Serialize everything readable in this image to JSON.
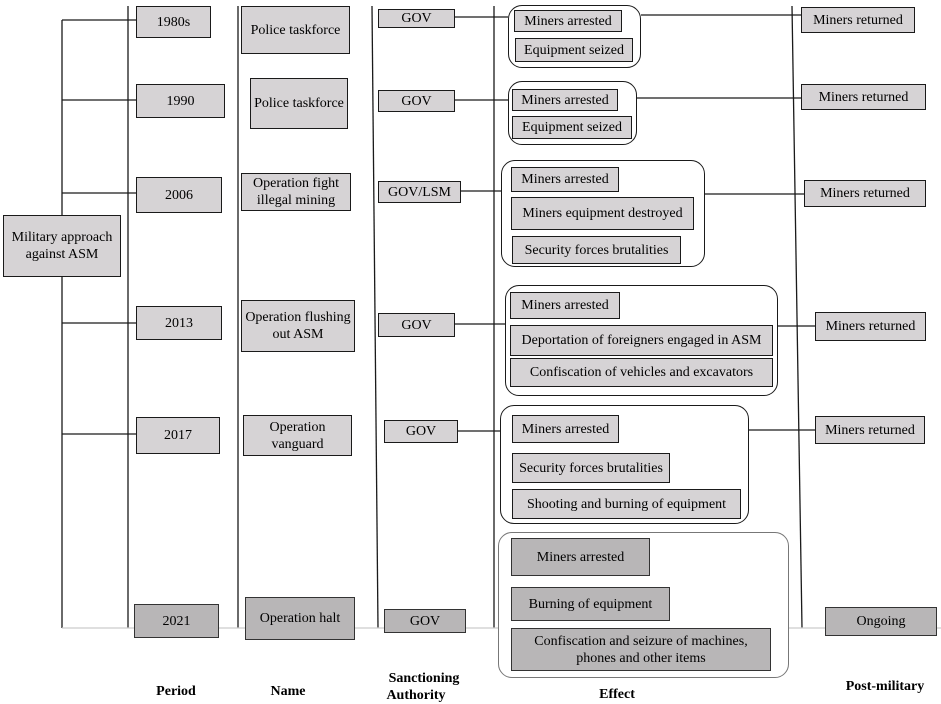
{
  "root": "Military approach against ASM",
  "headers": {
    "period": "Period",
    "name": "Name",
    "sanction_line1": "Sanctioning",
    "sanction_line2": "Authority",
    "effect": "Effect",
    "post": "Post-military"
  },
  "rows": [
    {
      "period": "1980s",
      "name": "Police taskforce",
      "authority": "GOV",
      "effects": [
        "Miners arrested",
        "Equipment seized"
      ],
      "post": "Miners returned"
    },
    {
      "period": "1990",
      "name": "Police taskforce",
      "authority": "GOV",
      "effects": [
        "Miners arrested",
        "Equipment seized"
      ],
      "post": "Miners returned"
    },
    {
      "period": "2006",
      "name": "Operation fight illegal mining",
      "authority": "GOV/LSM",
      "effects": [
        "Miners arrested",
        "Miners equipment destroyed",
        "Security forces brutalities"
      ],
      "post": "Miners returned"
    },
    {
      "period": "2013",
      "name": "Operation flushing out ASM",
      "authority": "GOV",
      "effects": [
        "Miners arrested",
        "Deportation of foreigners engaged in ASM",
        "Confiscation of vehicles and excavators"
      ],
      "post": "Miners returned"
    },
    {
      "period": "2017",
      "name": "Operation vanguard",
      "authority": "GOV",
      "effects": [
        "Miners arrested",
        "Security forces brutalities",
        "Shooting and burning of equipment"
      ],
      "post": "Miners returned"
    },
    {
      "period": "2021",
      "name": "Operation halt",
      "authority": "GOV",
      "effects": [
        "Miners arrested",
        "Burning of equipment",
        "Confiscation and seizure of machines, phones and other items"
      ],
      "post": "Ongoing"
    }
  ]
}
